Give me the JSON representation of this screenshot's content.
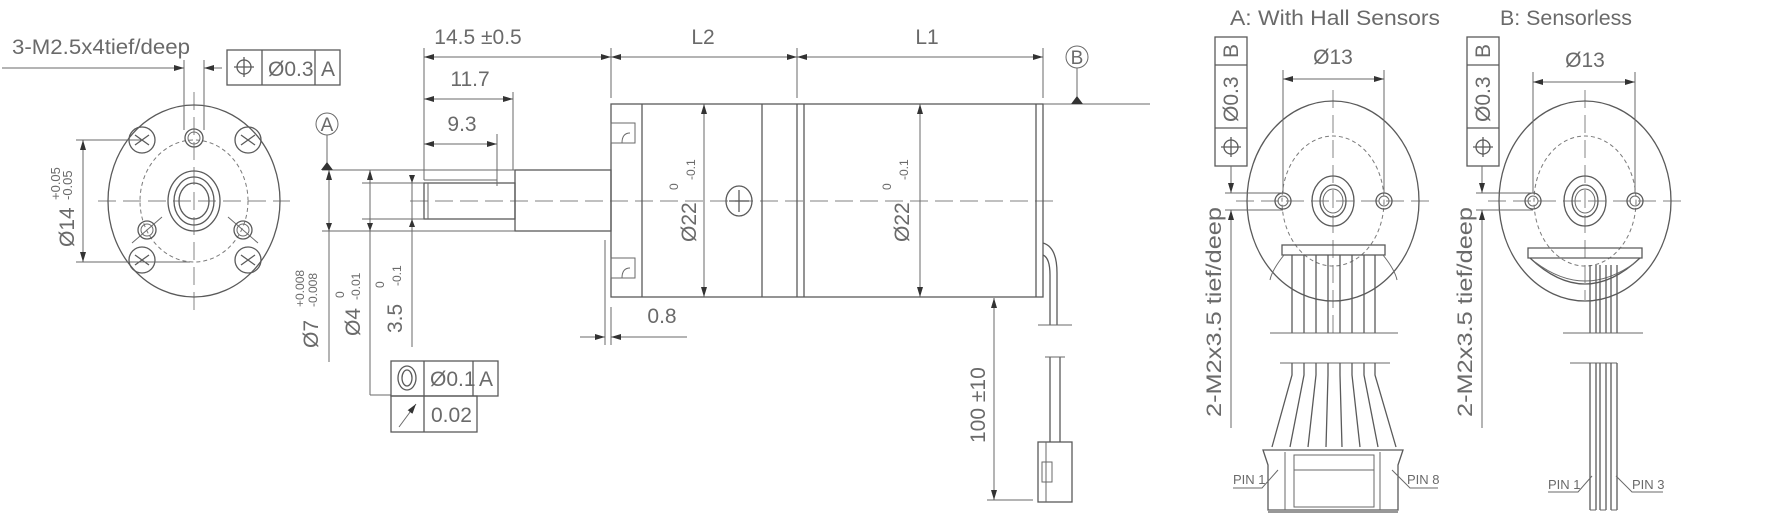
{
  "front_view": {
    "thread_note": "3-M2.5x4tief/deep",
    "fcf": {
      "symbol": "position-icon",
      "tolerance": "Ø0.3",
      "datum": "A"
    },
    "diameter": "Ø14",
    "tol_upper": "+0.05",
    "tol_lower": "-0.05"
  },
  "side_view": {
    "datum_a": "A",
    "datum_b": "B",
    "dim_14_5": "14.5 ±0.5",
    "dim_11_7": "11.7",
    "dim_9_3": "9.3",
    "dim_l2": "L2",
    "dim_l1": "L1",
    "dim_0_8": "0.8",
    "cable_length": "100 ±10",
    "d7": {
      "value": "Ø7",
      "upper": "+0.008",
      "lower": "-0.008"
    },
    "d4": {
      "value": "Ø4",
      "upper": "0",
      "lower": "-0.01"
    },
    "d3_5": {
      "value": "3.5",
      "upper": "0",
      "lower": "-0.1"
    },
    "d22_gear": {
      "value": "Ø22",
      "upper": "0",
      "lower": "-0.1"
    },
    "d22_motor": {
      "value": "Ø22",
      "upper": "0",
      "lower": "-0.1"
    },
    "fcf_concentricity": {
      "symbol": "concentricity-icon",
      "tolerance": "Ø0.1",
      "datum": "A"
    },
    "fcf_runout": {
      "symbol": "runout-arrow-icon",
      "tolerance": "0.02"
    }
  },
  "view_a": {
    "title": "A:  With Hall Sensors",
    "diameter": "Ø13",
    "fcf": {
      "symbol": "position-icon",
      "tolerance": "Ø0.3",
      "datum": "B"
    },
    "thread_note": "2-M2x3.5 tief/deep",
    "pin_first": "PIN 1",
    "pin_last": "PIN 8"
  },
  "view_b": {
    "title": "B:  Sensorless",
    "diameter": "Ø13",
    "fcf": {
      "symbol": "position-icon",
      "tolerance": "Ø0.3",
      "datum": "B"
    },
    "thread_note": "2-M2x3.5 tief/deep",
    "pin_first": "PIN 1",
    "pin_last": "PIN 3"
  },
  "colors": {
    "line": "#5a5a5a",
    "text": "#6a6a6a",
    "background": "#ffffff"
  }
}
